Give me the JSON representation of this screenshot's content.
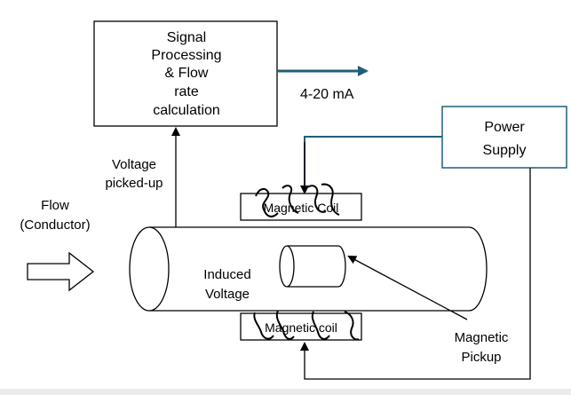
{
  "diagram": {
    "signal_box": {
      "lines": [
        "Signal",
        "Processing",
        "& Flow",
        "rate",
        "calculation"
      ]
    },
    "output_label": "4-20 mA",
    "power_supply": {
      "lines": [
        "Power",
        "Supply"
      ]
    },
    "voltage_label": {
      "lines": [
        "Voltage",
        "picked-up"
      ]
    },
    "flow_label": {
      "lines": [
        "Flow",
        "(Conductor)"
      ]
    },
    "top_coil_label": "Magnetic Coil",
    "bottom_coil_label": "Magnetic coil",
    "induced_label": {
      "lines": [
        "Induced",
        "Voltage"
      ]
    },
    "pickup_label": {
      "lines": [
        "Magnetic",
        "Pickup"
      ]
    },
    "colors": {
      "wire_blue": "#1f5f7a",
      "stroke": "#000000",
      "fill": "#ffffff"
    }
  }
}
